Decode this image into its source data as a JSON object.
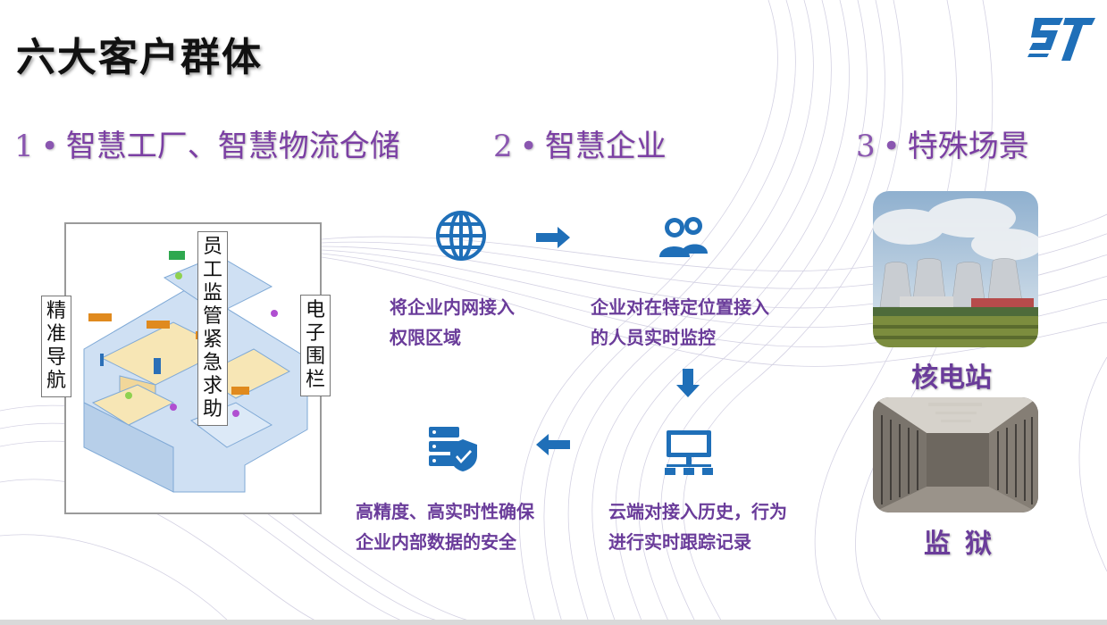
{
  "slide": {
    "title": "六大客户群体"
  },
  "categories": [
    {
      "num": "1",
      "dot": "•",
      "label": "智慧工厂、智慧物流仓储"
    },
    {
      "num": "2",
      "dot": "•",
      "label": "智慧企业"
    },
    {
      "num": "3",
      "dot": "•",
      "label": "特殊场景"
    }
  ],
  "map": {
    "labels": {
      "nav": "精准导航",
      "sos": "员工监管紧急求助",
      "fence": "电子围栏"
    }
  },
  "flow": {
    "intranet": [
      "将企业内网接入",
      "权限区域"
    ],
    "monitor": [
      "企业对在特定位置接入",
      "的人员实时监控"
    ],
    "secure": [
      "高精度、高实时性确保",
      "企业内部数据的安全"
    ],
    "cloud": [
      "云端对接入历史，行为",
      "进行实时跟踪记录"
    ],
    "icons": [
      "globe-icon",
      "users-icon",
      "computer-network-icon",
      "server-shield-icon"
    ],
    "accent": "#1f6fb8"
  },
  "scenes": {
    "nuclear": "核电站",
    "prison": "监狱"
  },
  "colors": {
    "purple": "#7b3fa3",
    "blue": "#1f6fb8"
  }
}
